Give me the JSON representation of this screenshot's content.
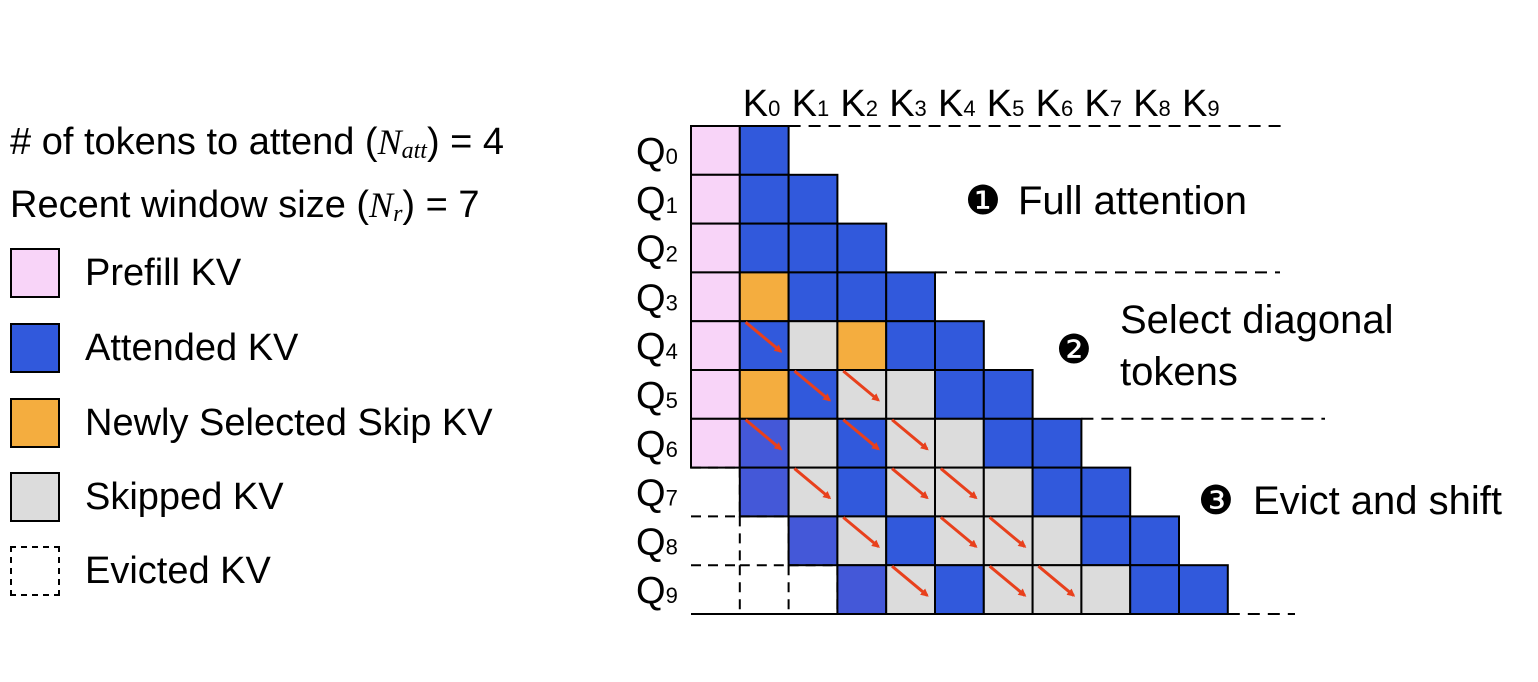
{
  "params": {
    "tokens_to_attend": {
      "prefix": "# of tokens to attend (",
      "symbol": "N",
      "subscript": "att",
      "suffix": ") = 4"
    },
    "recent_window": {
      "prefix": "Recent window size (",
      "symbol": "N",
      "subscript": "r",
      "suffix": ") = 7"
    }
  },
  "legend": [
    {
      "label": "Prefill KV",
      "color": "#f8d4f8",
      "style": "solid"
    },
    {
      "label": "Attended KV",
      "color": "#3159dc",
      "style": "solid"
    },
    {
      "label": "Newly Selected Skip KV",
      "color": "#f4ad3f",
      "style": "solid"
    },
    {
      "label": "Skipped KV",
      "color": "#dcdcdc",
      "style": "solid"
    },
    {
      "label": "Evicted KV",
      "color": "#ffffff",
      "style": "dashed"
    }
  ],
  "keys": [
    "K0",
    "K1",
    "K2",
    "K3",
    "K4",
    "K5",
    "K6",
    "K7",
    "K8",
    "K9"
  ],
  "queries": [
    "Q0",
    "Q1",
    "Q2",
    "Q3",
    "Q4",
    "Q5",
    "Q6",
    "Q7",
    "Q8",
    "Q9"
  ],
  "cell_states": [
    "PA",
    "PAA",
    "PAAA",
    "PNAAA",
    "PASNAA",
    "PNASSAA",
    "PBSASSAA",
    "EBSASSSAA",
    "EEBSASSSAA",
    "EEEBSASSSAA"
  ],
  "state_colors": {
    "P": "#f8d4f8",
    "A": "#3159dc",
    "B": "#4458d8",
    "N": "#f4ad3f",
    "S": "#dcdcdc",
    "E": "#ffffff"
  },
  "arrows": [
    [
      4,
      1
    ],
    [
      5,
      2
    ],
    [
      5,
      3
    ],
    [
      6,
      1
    ],
    [
      6,
      3
    ],
    [
      6,
      4
    ],
    [
      7,
      2
    ],
    [
      7,
      4
    ],
    [
      7,
      5
    ],
    [
      8,
      3
    ],
    [
      8,
      5
    ],
    [
      8,
      6
    ],
    [
      9,
      4
    ],
    [
      9,
      6
    ],
    [
      9,
      7
    ]
  ],
  "arrow_color": "#e8401c",
  "phases": [
    {
      "number": "❶",
      "label": "Full attention"
    },
    {
      "number": "❷",
      "label_lines": [
        "Select diagonal",
        "tokens"
      ]
    },
    {
      "number": "❸",
      "label": "Evict and shift"
    }
  ]
}
